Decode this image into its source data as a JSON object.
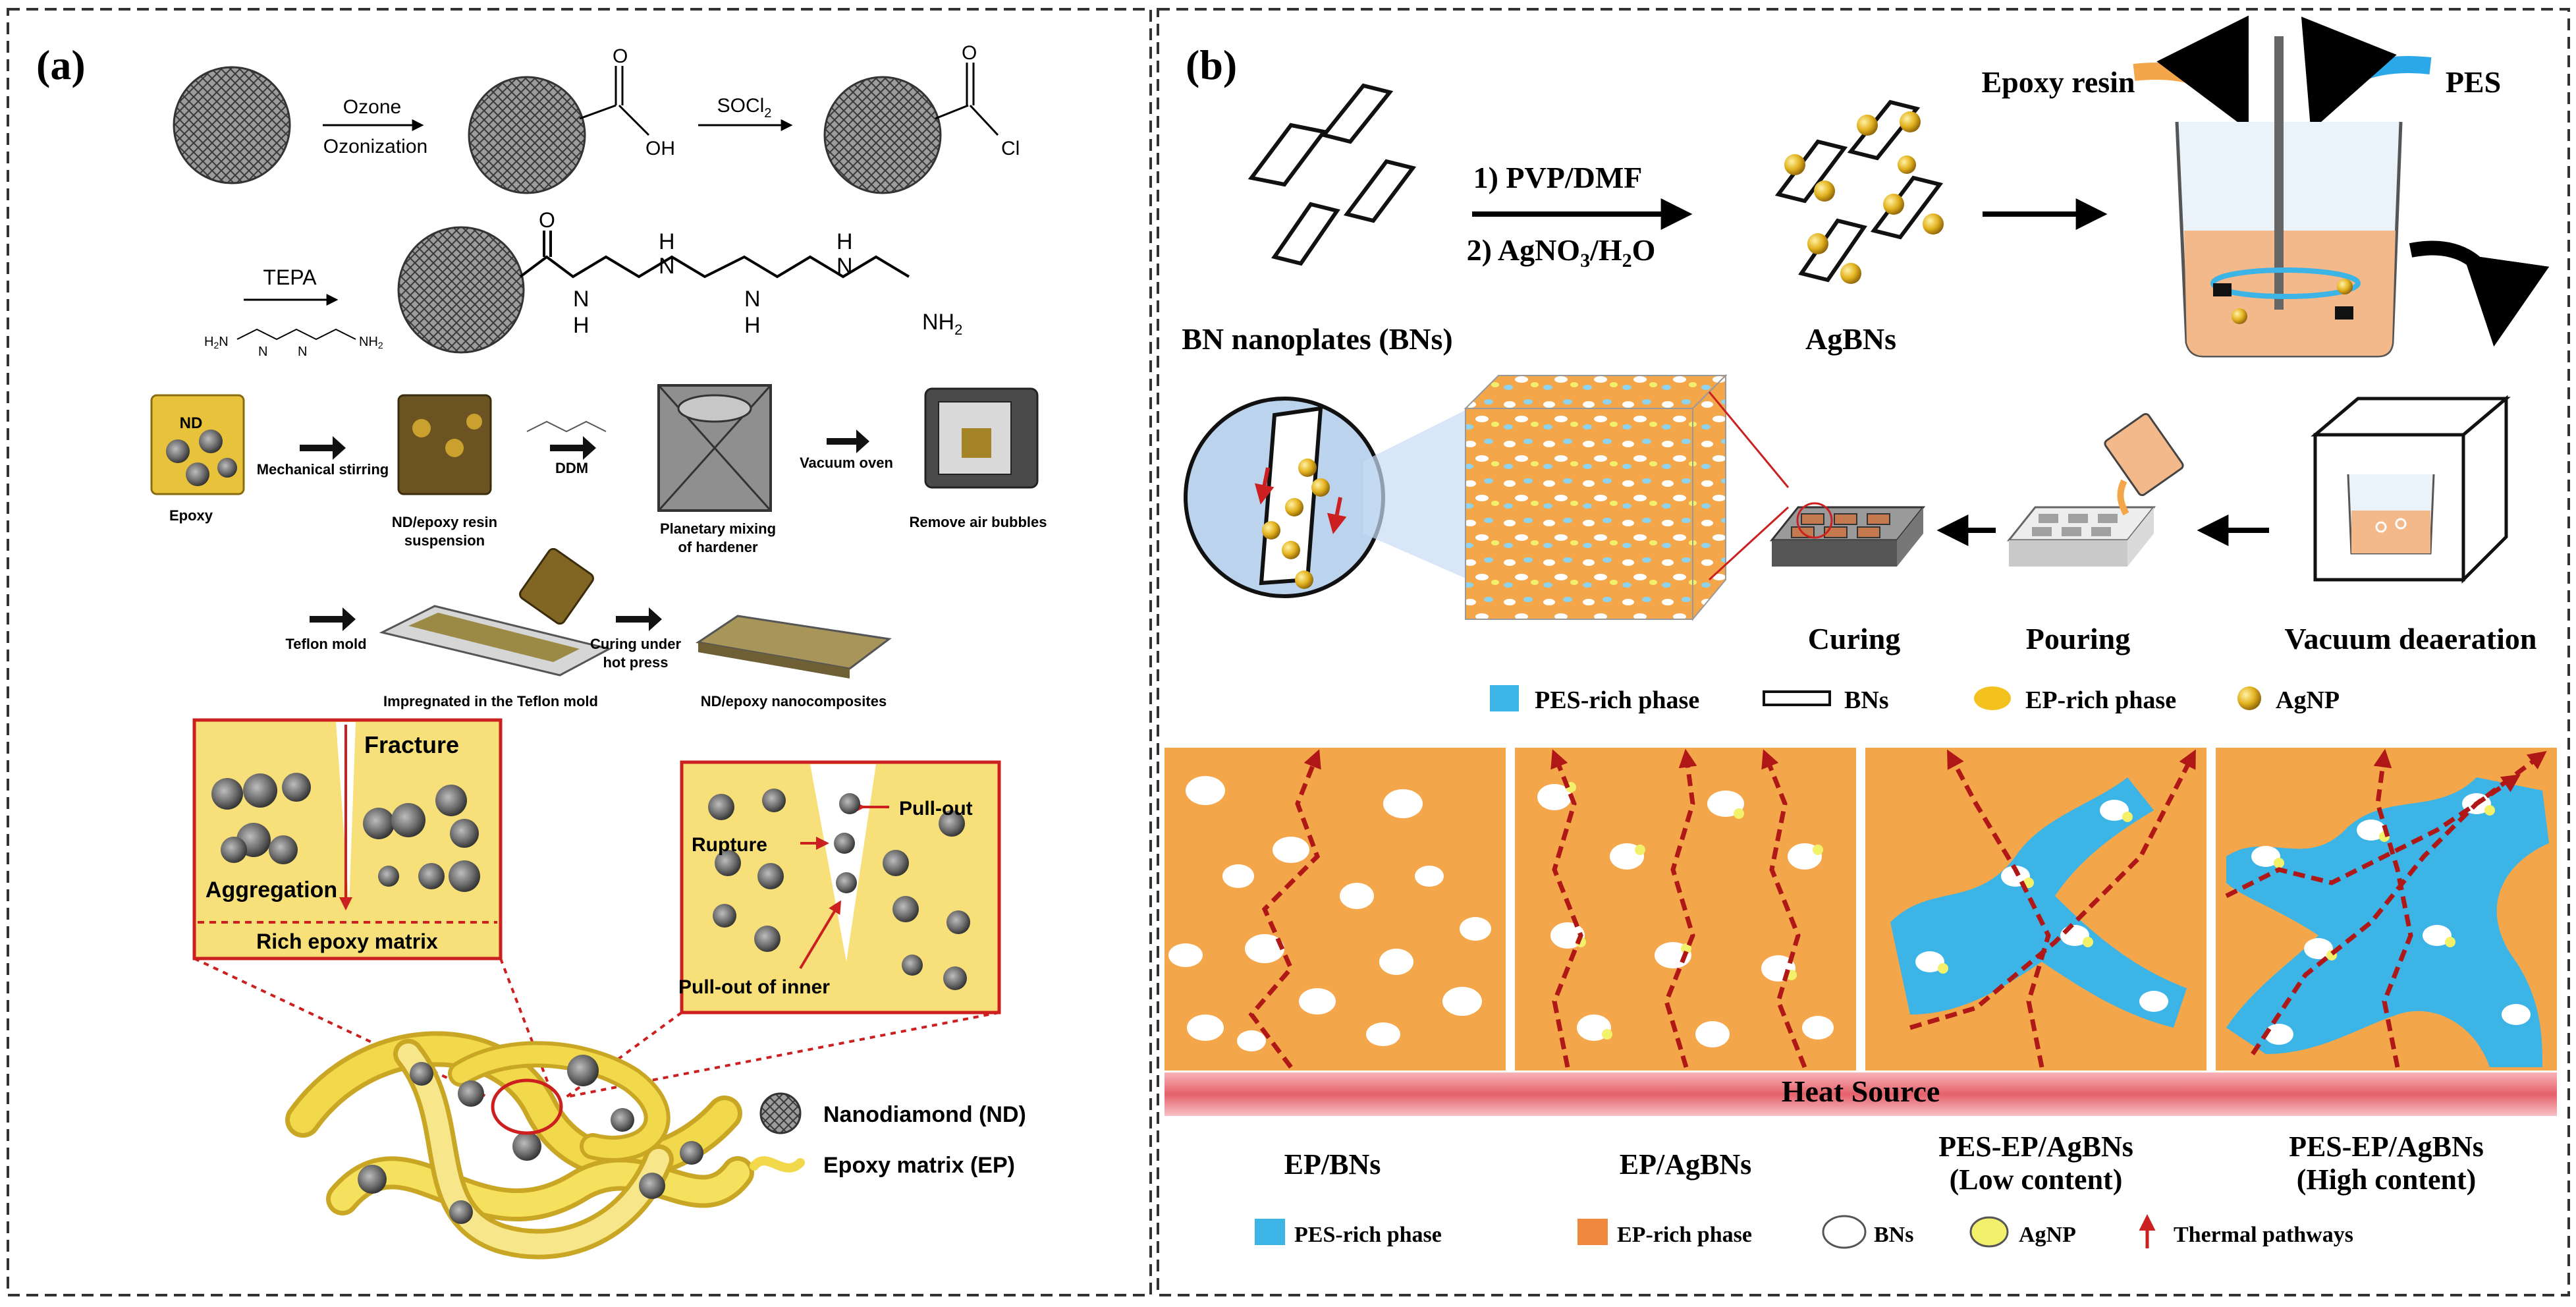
{
  "panel_a": {
    "label": "(a)",
    "step1_reagent": "Ozone",
    "step1_process": "Ozonization",
    "step2_reagent": "SOCl",
    "step2_reagent_sub": "2",
    "cooh_o": "O",
    "cooh_oh": "OH",
    "cocl_o": "O",
    "cocl_cl": "Cl",
    "tepa_label": "TEPA",
    "tepa_h2n": "H",
    "tepa_h2n_sub": "2",
    "tepa_h2n_n": "N",
    "tepa_n": "N",
    "tepa_nh2": "NH",
    "tepa_nh2_sub": "2",
    "tepa_h": "H",
    "amide_o": "O",
    "amide_n": "N",
    "amide_h": "H",
    "amine_h": "H",
    "amine_n": "N",
    "end_nh": "NH",
    "end_nh_sub": "2",
    "process": {
      "nd_label": "ND",
      "epoxy": "Epoxy",
      "mech_stirring": "Mechanical stirring",
      "suspension_1": "ND/epoxy resin",
      "suspension_2": "suspension",
      "ddm": "DDM",
      "planetary_1": "Planetary mixing",
      "planetary_2": "of hardener",
      "vacuum_oven": "Vacuum oven",
      "remove_bubbles": "Remove air bubbles",
      "teflon_mold": "Teflon mold",
      "impregnated": "Impregnated in the Teflon mold",
      "curing_1": "Curing under",
      "curing_2": "hot press",
      "nanocomposites": "ND/epoxy nanocomposites"
    },
    "zoom_left": {
      "fracture": "Fracture",
      "aggregation": "Aggregation",
      "rich_matrix": "Rich epoxy matrix"
    },
    "zoom_right": {
      "pull_out": "Pull-out",
      "rupture": "Rupture",
      "pull_out_inner": "Pull-out of inner"
    },
    "legend": {
      "nd": "Nanodiamond (ND)",
      "ep": "Epoxy matrix (EP)"
    }
  },
  "panel_b": {
    "label": "(b)",
    "epoxy_resin": "Epoxy resin",
    "pes": "PES",
    "step1": "1) PVP/DMF",
    "step2_prefix": "2) AgNO",
    "step2_sub1": "3",
    "step2_mid": "/H",
    "step2_sub2": "2",
    "step2_suffix": "O",
    "bn_nanoplates": "BN nanoplates (BNs)",
    "agbns": "AgBNs",
    "curing": "Curing",
    "pouring": "Pouring",
    "vacuum_deaeration": "Vacuum deaeration",
    "legend_top": {
      "pes_rich": "PES-rich phase",
      "bns": "BNs",
      "ep_rich": "EP-rich phase",
      "agnp": "AgNP"
    },
    "heat_source": "Heat Source",
    "samples": [
      "EP/BNs",
      "EP/AgBNs",
      "PES-EP/AgBNs",
      "PES-EP/AgBNs"
    ],
    "sample_sub": [
      "",
      "",
      "(Low content)",
      "(High content)"
    ],
    "legend_bottom": {
      "pes_rich": "PES-rich phase",
      "ep_rich": "EP-rich phase",
      "bns": "BNs",
      "agnp": "AgNP",
      "pathways": "Thermal pathways"
    }
  },
  "colors": {
    "accent_red": "#cc1f1f",
    "epoxy_orange": "#f4a64b",
    "pes_blue": "#3cb4e6",
    "ag_gold": "#d9a51c",
    "heat_red": "#e86a74",
    "yellow_panel": "#f7e07a"
  }
}
